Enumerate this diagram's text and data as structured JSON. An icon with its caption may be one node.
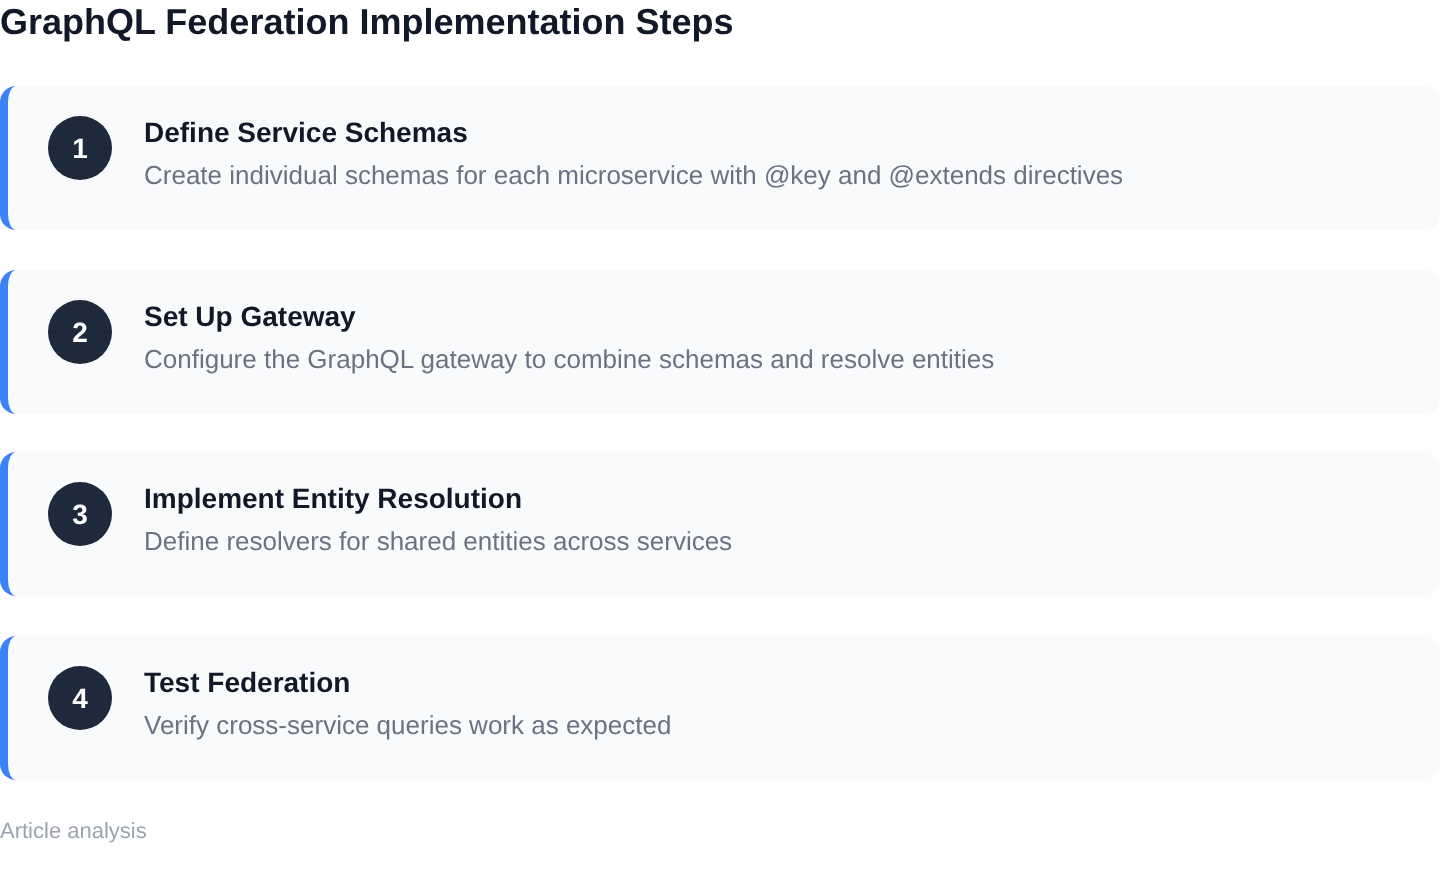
{
  "diagram": {
    "title": "GraphQL Federation Implementation Steps",
    "nodes": [
      {
        "text": [
          "Define Service Schemas",
          "Create individual schemas for each microservice with @key and @extends directives"
        ]
      },
      {
        "text": [
          "1"
        ],
        "in": 0
      },
      {
        "text": [
          "Set Up Gateway",
          "Configure the GraphQL gateway to combine schemas and resolve entities"
        ]
      },
      {
        "text": [
          "2"
        ],
        "in": 2
      },
      {
        "text": [
          "Implement Entity Resolution",
          "Define resolvers for shared entities across services"
        ]
      },
      {
        "text": [
          "3"
        ],
        "in": 4
      },
      {
        "text": [
          "Test Federation",
          "Verify cross-service queries work as expected"
        ]
      },
      {
        "text": [
          "4"
        ],
        "in": 6
      }
    ],
    "labels": [
      "Article analysis"
    ]
  }
}
